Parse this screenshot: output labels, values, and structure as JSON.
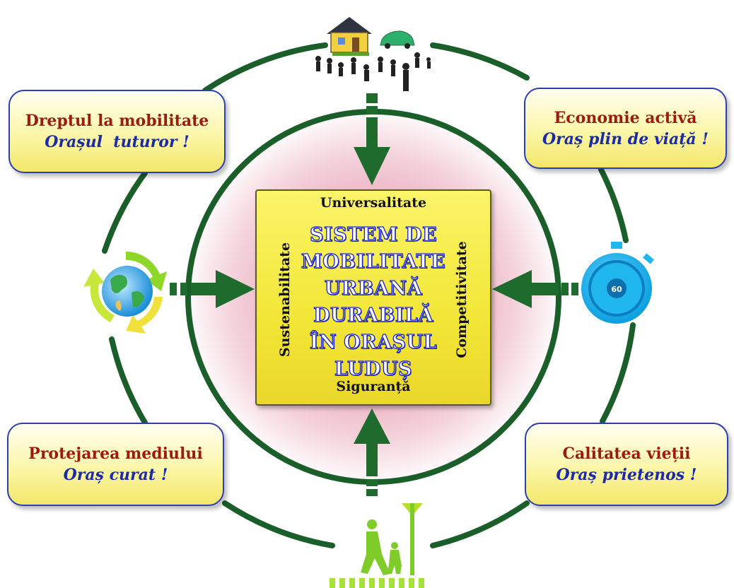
{
  "center": {
    "title_lines": [
      "SISTEM DE",
      "MOBILITATE",
      "URBANĂ",
      "DURABILĂ",
      "ÎN ORAȘUL",
      "LUDUȘ"
    ],
    "top_label": "Universalitate",
    "bottom_label": "Siguranță",
    "left_label": "Sustenabilitate",
    "right_label": "Competitivitate"
  },
  "callouts": {
    "top_left": {
      "title": "Dreptul la mobilitate",
      "motto": "Orașul  tuturor !"
    },
    "top_right": {
      "title": "Economie activă",
      "motto": "Oraș plin de viață !"
    },
    "bottom_left": {
      "title": "Protejarea mediului",
      "motto": "Oraș curat !"
    },
    "bottom_right": {
      "title": "Calitatea vieții",
      "motto": "Oraș prietenos !"
    }
  },
  "stopwatch": {
    "value": "60"
  },
  "icons": {
    "top": "house-car-people-icon",
    "left": "recycle-globe-icon",
    "right": "stopwatch-icon",
    "bottom": "pedestrian-crossing-icon"
  },
  "colors": {
    "ring": "#1a5e2a",
    "arrow": "#1f6a2d",
    "center_box": "#f2e636",
    "title_outline": "#1c22c9",
    "callout_title": "#9b1b0f",
    "callout_motto": "#1b2aa8",
    "glow": "#e8a0b0"
  }
}
